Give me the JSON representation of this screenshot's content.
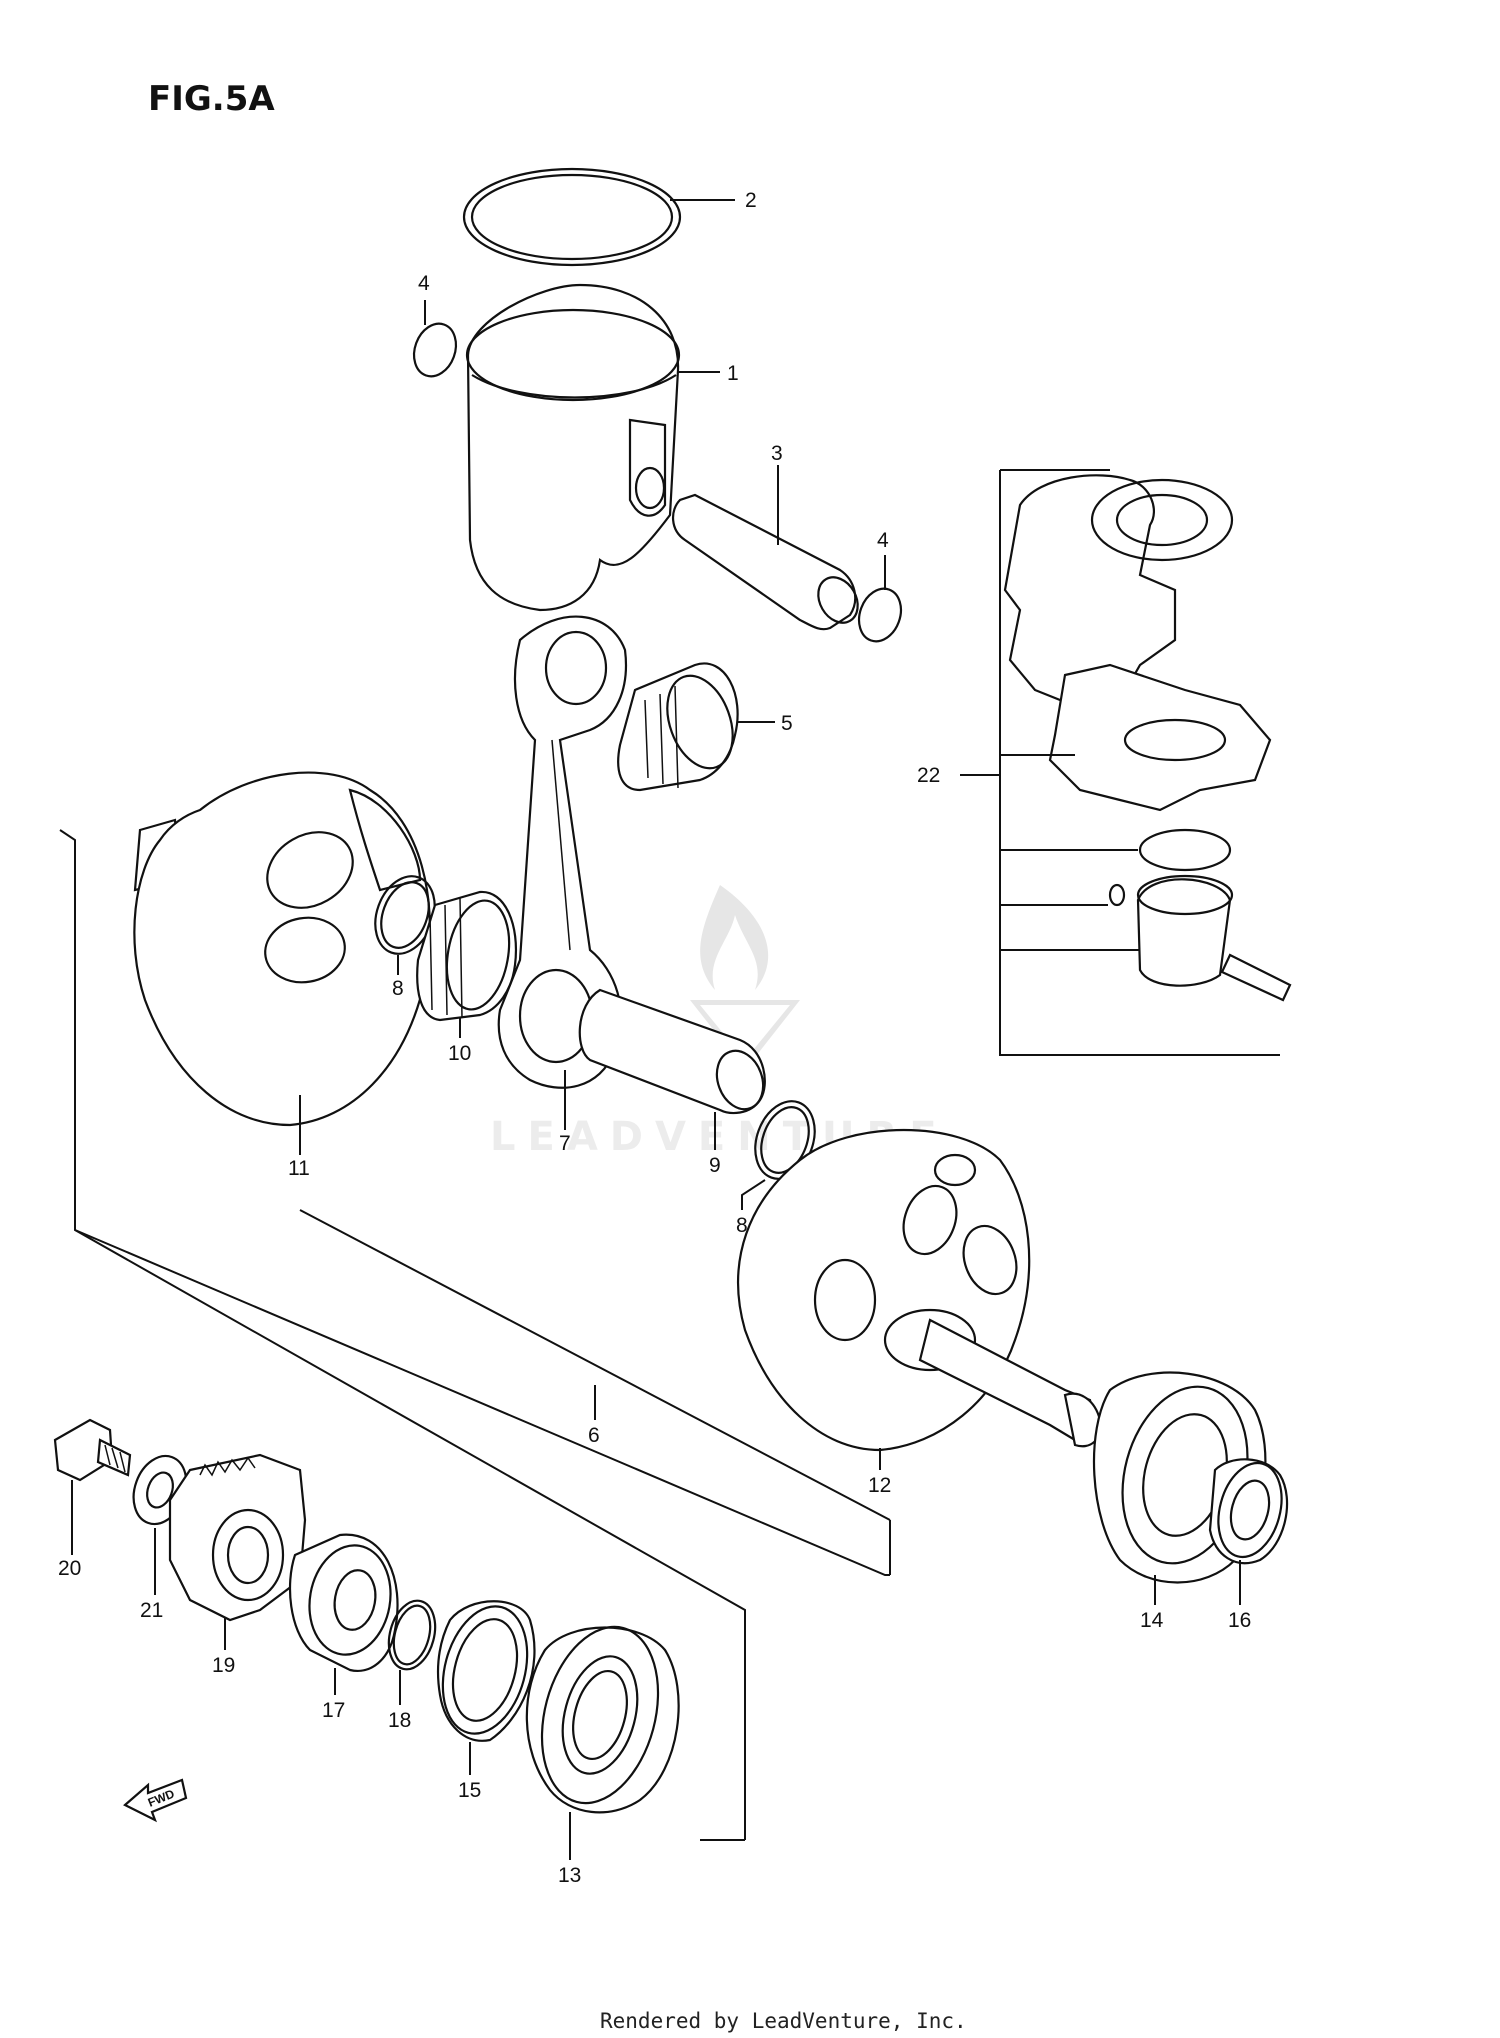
{
  "figure_title": "FIG.5A",
  "watermark": "LEADVENTURE",
  "footer": "Rendered by LeadVenture, Inc.",
  "fwd_label": "FWD",
  "callouts": [
    {
      "id": "2",
      "text": "2"
    },
    {
      "id": "4a",
      "text": "4"
    },
    {
      "id": "1",
      "text": "1"
    },
    {
      "id": "3",
      "text": "3"
    },
    {
      "id": "4b",
      "text": "4"
    },
    {
      "id": "5",
      "text": "5"
    },
    {
      "id": "22",
      "text": "22"
    },
    {
      "id": "8a",
      "text": "8"
    },
    {
      "id": "10",
      "text": "10"
    },
    {
      "id": "7",
      "text": "7"
    },
    {
      "id": "11",
      "text": "11"
    },
    {
      "id": "9",
      "text": "9"
    },
    {
      "id": "8b",
      "text": "8"
    },
    {
      "id": "6",
      "text": "6"
    },
    {
      "id": "12",
      "text": "12"
    },
    {
      "id": "20",
      "text": "20"
    },
    {
      "id": "21",
      "text": "21"
    },
    {
      "id": "19",
      "text": "19"
    },
    {
      "id": "17",
      "text": "17"
    },
    {
      "id": "18",
      "text": "18"
    },
    {
      "id": "15",
      "text": "15"
    },
    {
      "id": "13",
      "text": "13"
    },
    {
      "id": "14",
      "text": "14"
    },
    {
      "id": "16",
      "text": "16"
    }
  ]
}
